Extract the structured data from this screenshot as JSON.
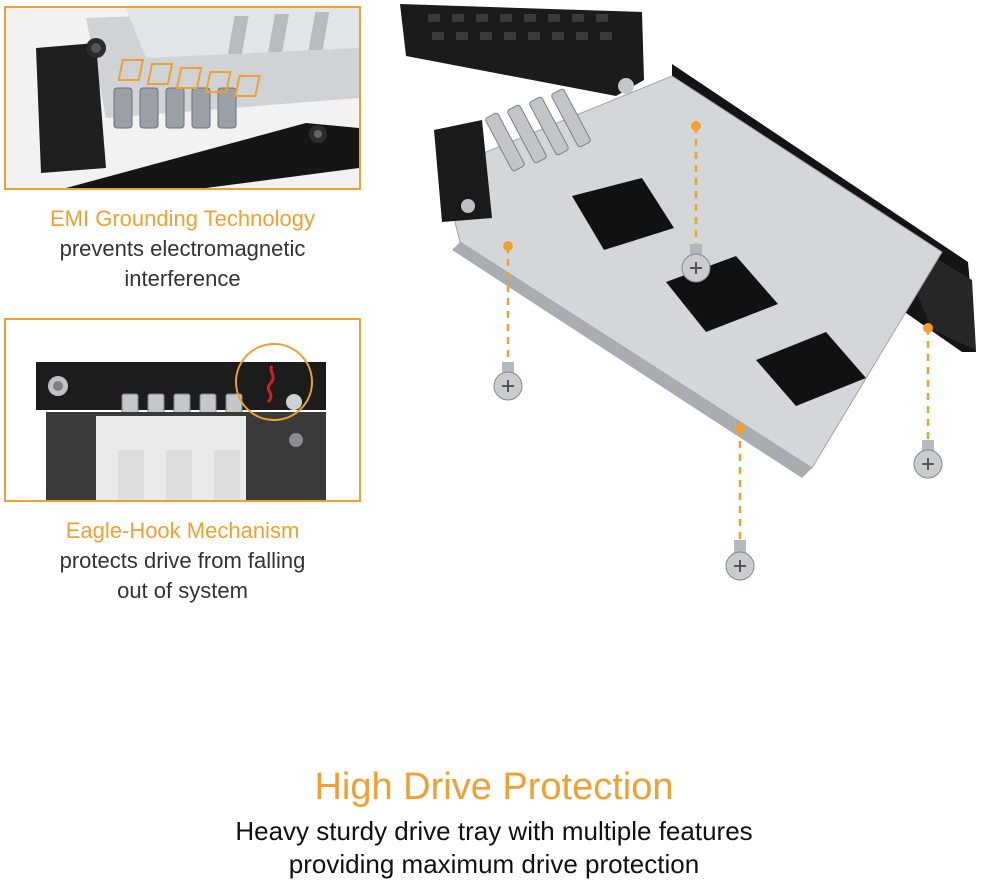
{
  "features": [
    {
      "title": "EMI Grounding Technology",
      "lines": [
        "prevents electromagnetic",
        "interference"
      ]
    },
    {
      "title": "Eagle-Hook Mechanism",
      "lines": [
        "protects drive from falling",
        "out of system"
      ]
    }
  ],
  "headline": "High Drive Protection",
  "subline": [
    "Heavy sturdy drive tray with multiple features",
    "providing maximum drive protection"
  ],
  "colors": {
    "accent": "#f0a030",
    "text": "#333333",
    "heading_text": "#111111"
  }
}
